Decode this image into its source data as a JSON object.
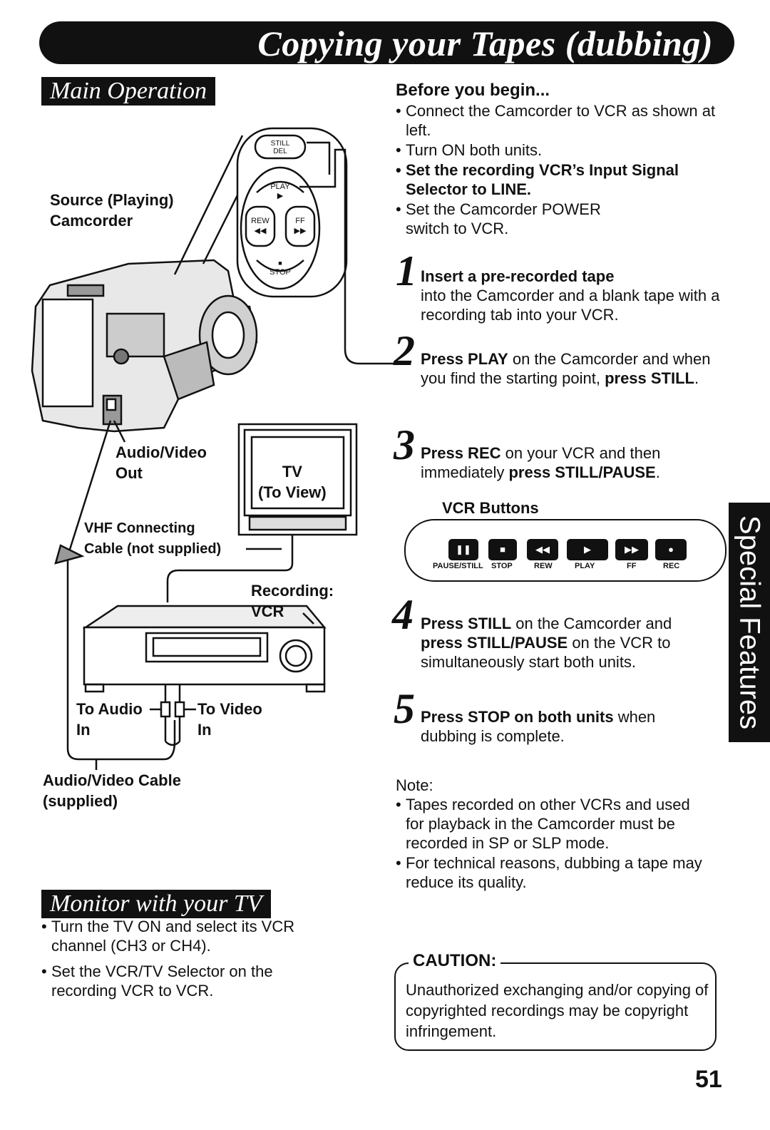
{
  "title": "Copying your Tapes (dubbing)",
  "main_operation": {
    "heading": "Main Operation",
    "source_label": "Source (Playing)\nCamcorder",
    "av_out": "Audio/Video\nOut",
    "tv_label": "TV\n(To View)",
    "vhf_cable": "VHF Connecting\nCable (not supplied)",
    "recording_vcr": "Recording:\nVCR",
    "to_audio": "To Audio\nIn",
    "to_video": "To Video\nIn",
    "av_cable": "Audio/Video Cable\n(supplied)",
    "remote_buttons": [
      "STILL DEL",
      "PLAY",
      "REW",
      "FF",
      "STOP"
    ]
  },
  "monitor": {
    "heading": "Monitor with your TV",
    "bullets": [
      "Turn the TV ON and select its VCR channel (CH3 or CH4).",
      "Set the VCR/TV Selector on the recording VCR to VCR."
    ]
  },
  "before": {
    "heading": "Before you begin...",
    "bullets": [
      "Connect the Camcorder to VCR as shown at left.",
      "Turn ON both units.",
      "Set the recording VCR’s Input Signal Selector to LINE.",
      "Set the Camcorder POWER switch to VCR."
    ]
  },
  "steps": [
    {
      "num": "1",
      "bold": "Insert a pre-recorded tape",
      "text": "into the Camcorder and a blank tape with a recording tab into your VCR."
    },
    {
      "num": "2",
      "bold": "Press PLAY",
      "text": " on the Camcorder and when you find the starting point, ",
      "bold2": "press STILL",
      "text2": "."
    },
    {
      "num": "3",
      "bold": "Press REC",
      "text": " on your VCR and then immediately ",
      "bold2": "press STILL/PAUSE",
      "text2": "."
    },
    {
      "num": "4",
      "bold": "Press STILL",
      "text": " on the Camcorder and ",
      "bold2": "press STILL/PAUSE",
      "text2": " on the VCR to simultaneously start both units."
    },
    {
      "num": "5",
      "bold": "Press STOP on both units",
      "text": " when dubbing is complete."
    }
  ],
  "vcr_buttons": {
    "heading": "VCR Buttons",
    "buttons": [
      {
        "label": "PAUSE/STILL",
        "icon": "pause-icon",
        "glyph": "❚❚"
      },
      {
        "label": "STOP",
        "icon": "stop-icon",
        "glyph": "■"
      },
      {
        "label": "REW",
        "icon": "rewind-icon",
        "glyph": "◀◀"
      },
      {
        "label": "PLAY",
        "icon": "play-icon",
        "glyph": "▶"
      },
      {
        "label": "FF",
        "icon": "fast-forward-icon",
        "glyph": "▶▶"
      },
      {
        "label": "REC",
        "icon": "record-icon",
        "glyph": "●"
      }
    ]
  },
  "note": {
    "heading": "Note:",
    "bullets": [
      "Tapes recorded on other VCRs and used for playback in the Camcorder must be recorded in SP or SLP mode.",
      "For technical reasons, dubbing a tape may reduce its quality."
    ]
  },
  "caution": {
    "title": "CAUTION:",
    "text": "Unauthorized exchanging and/or copying of copyrighted recordings may be copyright infringement."
  },
  "side_tab": "Special Features",
  "page_number": "51"
}
